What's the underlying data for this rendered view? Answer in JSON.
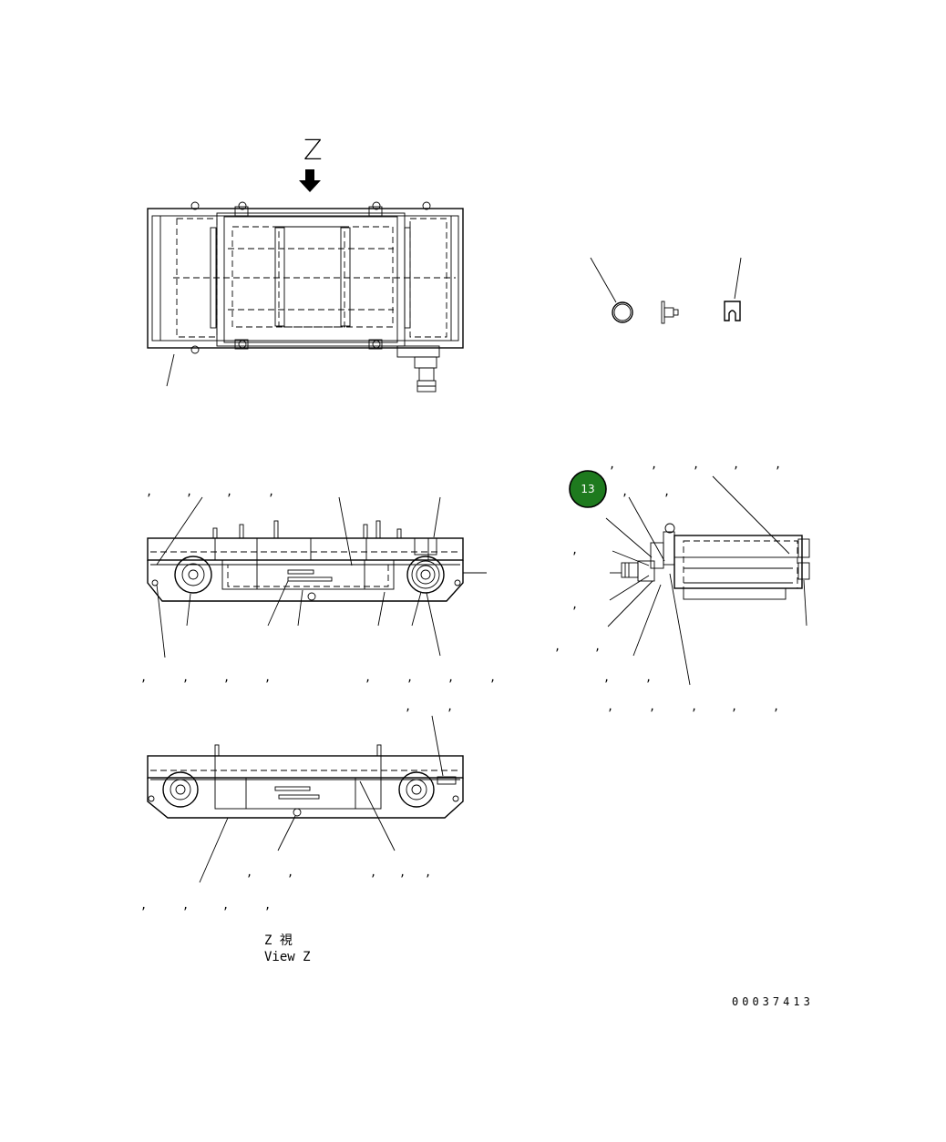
{
  "view": {
    "arrow_letter": "Z",
    "caption_jp": "Z 視",
    "caption_en": "View Z"
  },
  "badge": {
    "number": "13",
    "color": "#1e7a1e"
  },
  "drawing_number": "00037413",
  "colors": {
    "ink": "#000000",
    "background": "#ffffff"
  }
}
